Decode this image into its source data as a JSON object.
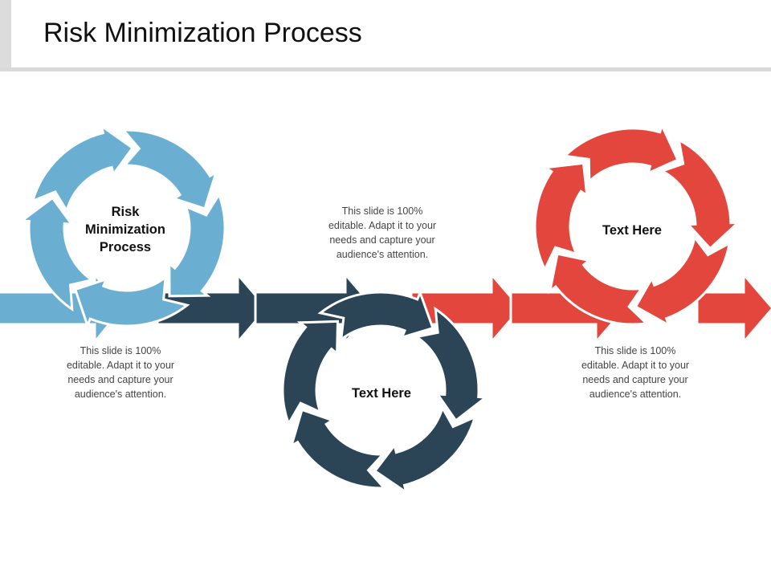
{
  "title": "Risk Minimization Process",
  "colors": {
    "light_blue": "#6aafd1",
    "dark_navy": "#2b4456",
    "red": "#e2463c",
    "title_rule": "#d9d9d9"
  },
  "steps": [
    {
      "label_lines": [
        "Risk",
        "Minimization",
        "Process"
      ],
      "description_lines": [
        "This slide is 100%",
        "editable. Adapt it to your",
        "needs and capture your",
        "audience's attention."
      ]
    },
    {
      "label_lines": [
        "Text Here"
      ],
      "description_lines": [
        "This slide is 100%",
        "editable. Adapt it to your",
        "needs and capture your",
        "audience's attention."
      ]
    },
    {
      "label_lines": [
        "Text Here"
      ],
      "description_lines": [
        "This slide is 100%",
        "editable. Adapt it to your",
        "needs and capture your",
        "audience's attention."
      ]
    }
  ]
}
